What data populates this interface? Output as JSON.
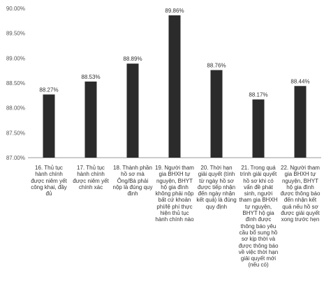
{
  "chart_data": {
    "type": "bar",
    "categories": [
      "16. Thủ tục hành chính được niêm yết công khai, đầy đủ",
      "17. Thủ tục hành chính được niêm yết chính xác",
      "18. Thành phần hồ sơ mà Ông/Bà phải nộp là đúng quy định",
      "19. Người tham gia BHXH tự nguyện, BHYT hộ gia đình không phải nộp bất cứ khoản phí/lệ phí thực hiện thủ tục hành chính nào",
      "20. Thời hạn giải quyết (tính từ ngày hồ sơ được tiếp nhận đến ngày nhận kết quả) là đúng quy định",
      "21. Trong quá trình giải quyết hồ sơ khi có vấn đề phát sinh, người tham gia BHXH tự nguyện, BHYT hộ gia đình được thông báo yêu cầu bổ sung hồ sơ kịp thời và được thông báo về việc thời hạn giải quyết mới (nếu có)",
      "22. Người tham gia BHXH tự nguyện, BHYT hộ gia đình được thông báo đến nhận kết quả nếu hồ sơ được giải quyết xong trước hẹn"
    ],
    "values": [
      88.27,
      88.53,
      88.89,
      89.86,
      88.76,
      88.17,
      88.44
    ],
    "data_labels": [
      "88.27%",
      "88.53%",
      "88.89%",
      "89.86%",
      "88.76%",
      "88.17%",
      "88.44%"
    ],
    "ylim": [
      87.0,
      90.0
    ],
    "yticks": [
      "87.00%",
      "87.50%",
      "88.00%",
      "88.50%",
      "89.00%",
      "89.50%",
      "90.00%"
    ],
    "grid": false,
    "legend": "none",
    "colors": {
      "bar": "#2b2b2b",
      "axis": "#999999",
      "text": "#333333"
    }
  }
}
